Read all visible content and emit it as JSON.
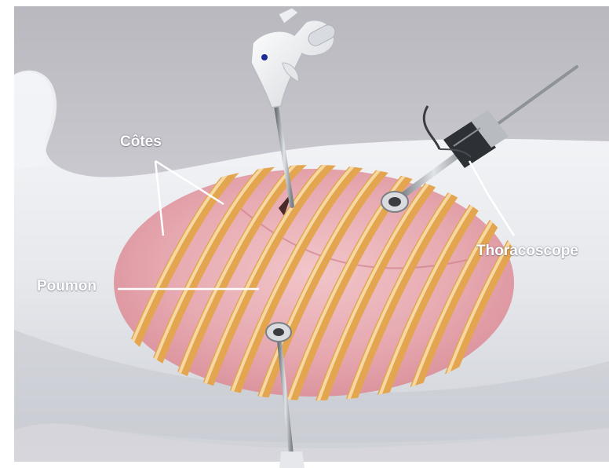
{
  "labels": {
    "ribs": "Côtes",
    "lung": "Poumon",
    "thoracoscope": "Thoracoscope"
  },
  "colors": {
    "background": "#c9c8cf",
    "body": "#ecedf1",
    "lung": "#e7a8b0",
    "rib": "#e3a54f",
    "rib_highlight": "#f6d9a2",
    "instrument": "#9aa0a6",
    "label": "#ffffff"
  },
  "icons": {
    "grasper": "grasper-instrument-icon",
    "scope": "thoracoscope-icon",
    "port": "trocar-port-icon"
  }
}
